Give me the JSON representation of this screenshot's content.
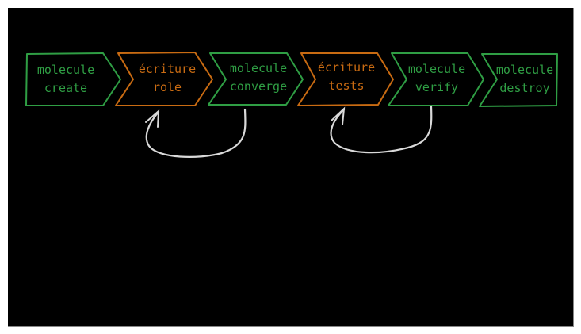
{
  "colors": {
    "green": "#2f9e44",
    "orange": "#c96b12",
    "arrow": "#d9d9d9",
    "background": "#000000"
  },
  "steps": [
    {
      "line1": "molecule",
      "line2": "create",
      "kind": "green"
    },
    {
      "line1": "écriture",
      "line2": "role",
      "kind": "orange"
    },
    {
      "line1": "molecule",
      "line2": "converge",
      "kind": "green"
    },
    {
      "line1": "écriture",
      "line2": "tests",
      "kind": "orange"
    },
    {
      "line1": "molecule",
      "line2": "verify",
      "kind": "green"
    },
    {
      "line1": "molecule",
      "line2": "destroy",
      "kind": "green"
    }
  ],
  "loops": [
    {
      "from": "molecule converge",
      "to": "écriture role"
    },
    {
      "from": "molecule verify",
      "to": "écriture tests"
    }
  ]
}
